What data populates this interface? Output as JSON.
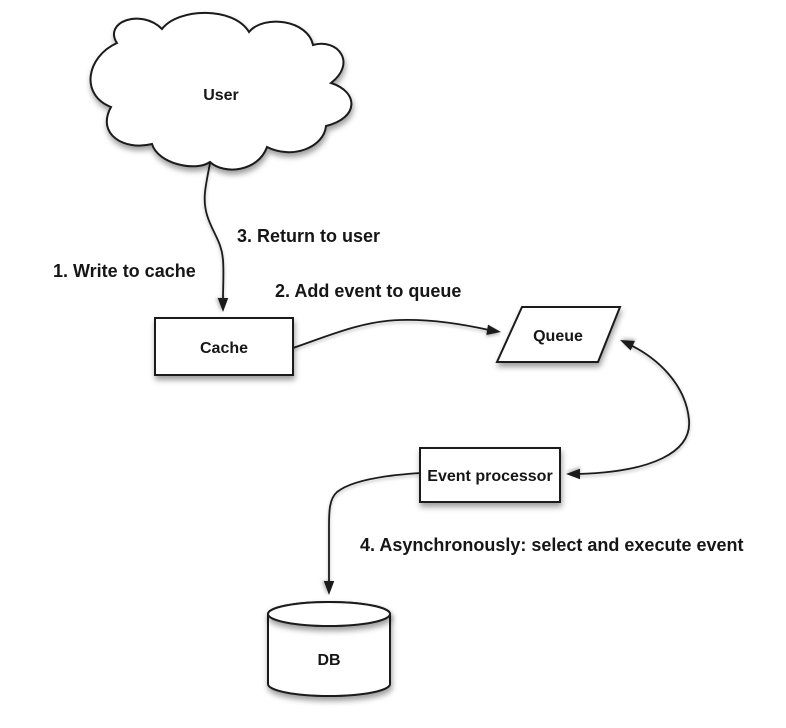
{
  "diagram": {
    "type": "flow-diagram",
    "background_color": "#ffffff",
    "shape_fill_color": "#ffffff",
    "line_color": "#1b1b1b",
    "text_color": "#161616",
    "nodes": {
      "user": {
        "label": "User",
        "shape": "cloud"
      },
      "cache": {
        "label": "Cache",
        "shape": "rectangle"
      },
      "queue": {
        "label": "Queue",
        "shape": "parallelogram"
      },
      "event_processor": {
        "label": "Event processor",
        "shape": "rectangle"
      },
      "db": {
        "label": "DB",
        "shape": "cylinder"
      }
    },
    "labels": {
      "step1": "1. Write to cache",
      "step2": "2. Add event to queue",
      "step3": "3. Return to user",
      "step4": "4. Asynchronously: select and execute event"
    },
    "edges": [
      {
        "from": "user",
        "to": "cache",
        "arrow": "single"
      },
      {
        "from": "cache",
        "to": "queue",
        "arrow": "single"
      },
      {
        "from": "queue",
        "to": "event_processor",
        "arrow": "double"
      },
      {
        "from": "event_processor",
        "to": "db",
        "arrow": "single"
      }
    ]
  }
}
